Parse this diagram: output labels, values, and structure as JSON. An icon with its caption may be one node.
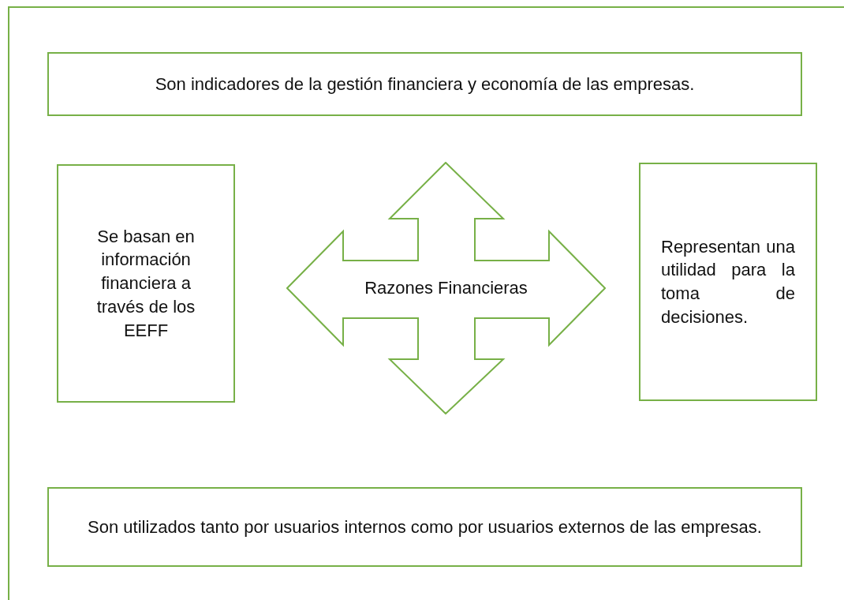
{
  "diagram": {
    "nodes": [
      {
        "text": [
          "Son indicadores de la gestión financiera y economía de las empresas."
        ]
      },
      {
        "text": [
          "Se basan en información financiera a través de los EEFF"
        ]
      },
      {
        "text": [
          "Razones Financieras"
        ]
      },
      {
        "text": [
          "Representan una utilidad para la toma de decisiones."
        ]
      },
      {
        "text": [
          "Son utilizados tanto por usuarios internos como por usuarios externos de las empresas."
        ]
      }
    ]
  }
}
